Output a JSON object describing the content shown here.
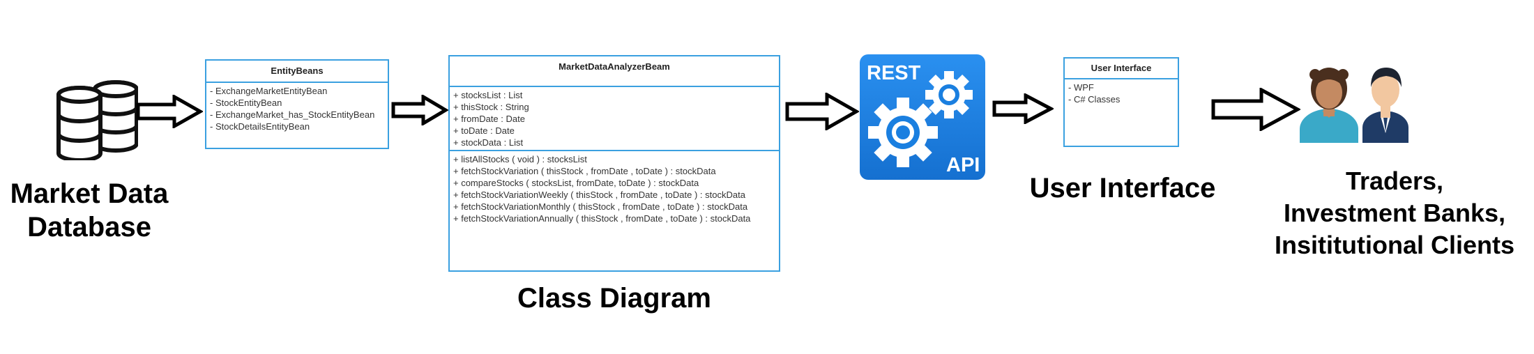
{
  "database": {
    "icon": "database-icon",
    "caption": [
      "Market Data",
      "Database"
    ]
  },
  "entity_beans": {
    "title": "EntityBeans",
    "items": [
      "- ExchangeMarketEntityBean",
      "- StockEntityBean",
      "- ExchangeMarket_has_StockEntityBean",
      "- StockDetailsEntityBean"
    ]
  },
  "class_diagram": {
    "title": "MarketDataAnalyzerBeam",
    "attributes": [
      "+ stocksList : List",
      "+ thisStock : String",
      "+ fromDate : Date",
      "+ toDate : Date",
      "+ stockData : List"
    ],
    "methods": [
      "+ listAllStocks ( void ) : stocksList",
      "+ fetchStockVariation ( thisStock , fromDate , toDate ) : stockData",
      "+ compareStocks ( stocksList, fromDate, toDate ) : stockData",
      "+ fetchStockVariationWeekly ( thisStock , fromDate , toDate ) : stockData",
      "+ fetchStockVariationMonthly ( thisStock , fromDate , toDate ) : stockData",
      "+ fetchStockVariationAnnually ( thisStock , fromDate , toDate ) : stockData"
    ],
    "caption": "Class Diagram"
  },
  "rest_api": {
    "icon": "rest-api-gears-icon",
    "top_label": "REST",
    "bottom_label": "API",
    "color": "#1a7fe0"
  },
  "user_interface": {
    "title": "User Interface",
    "items": [
      "- WPF",
      "- C# Classes"
    ],
    "caption": "User Interface"
  },
  "clients": {
    "icon": "users-icon",
    "caption": [
      "Traders,",
      "Investment Banks,",
      "Insititutional Clients"
    ]
  },
  "colors": {
    "uml_border": "#3aa0e0",
    "api_blue": "#1a7fe0"
  }
}
